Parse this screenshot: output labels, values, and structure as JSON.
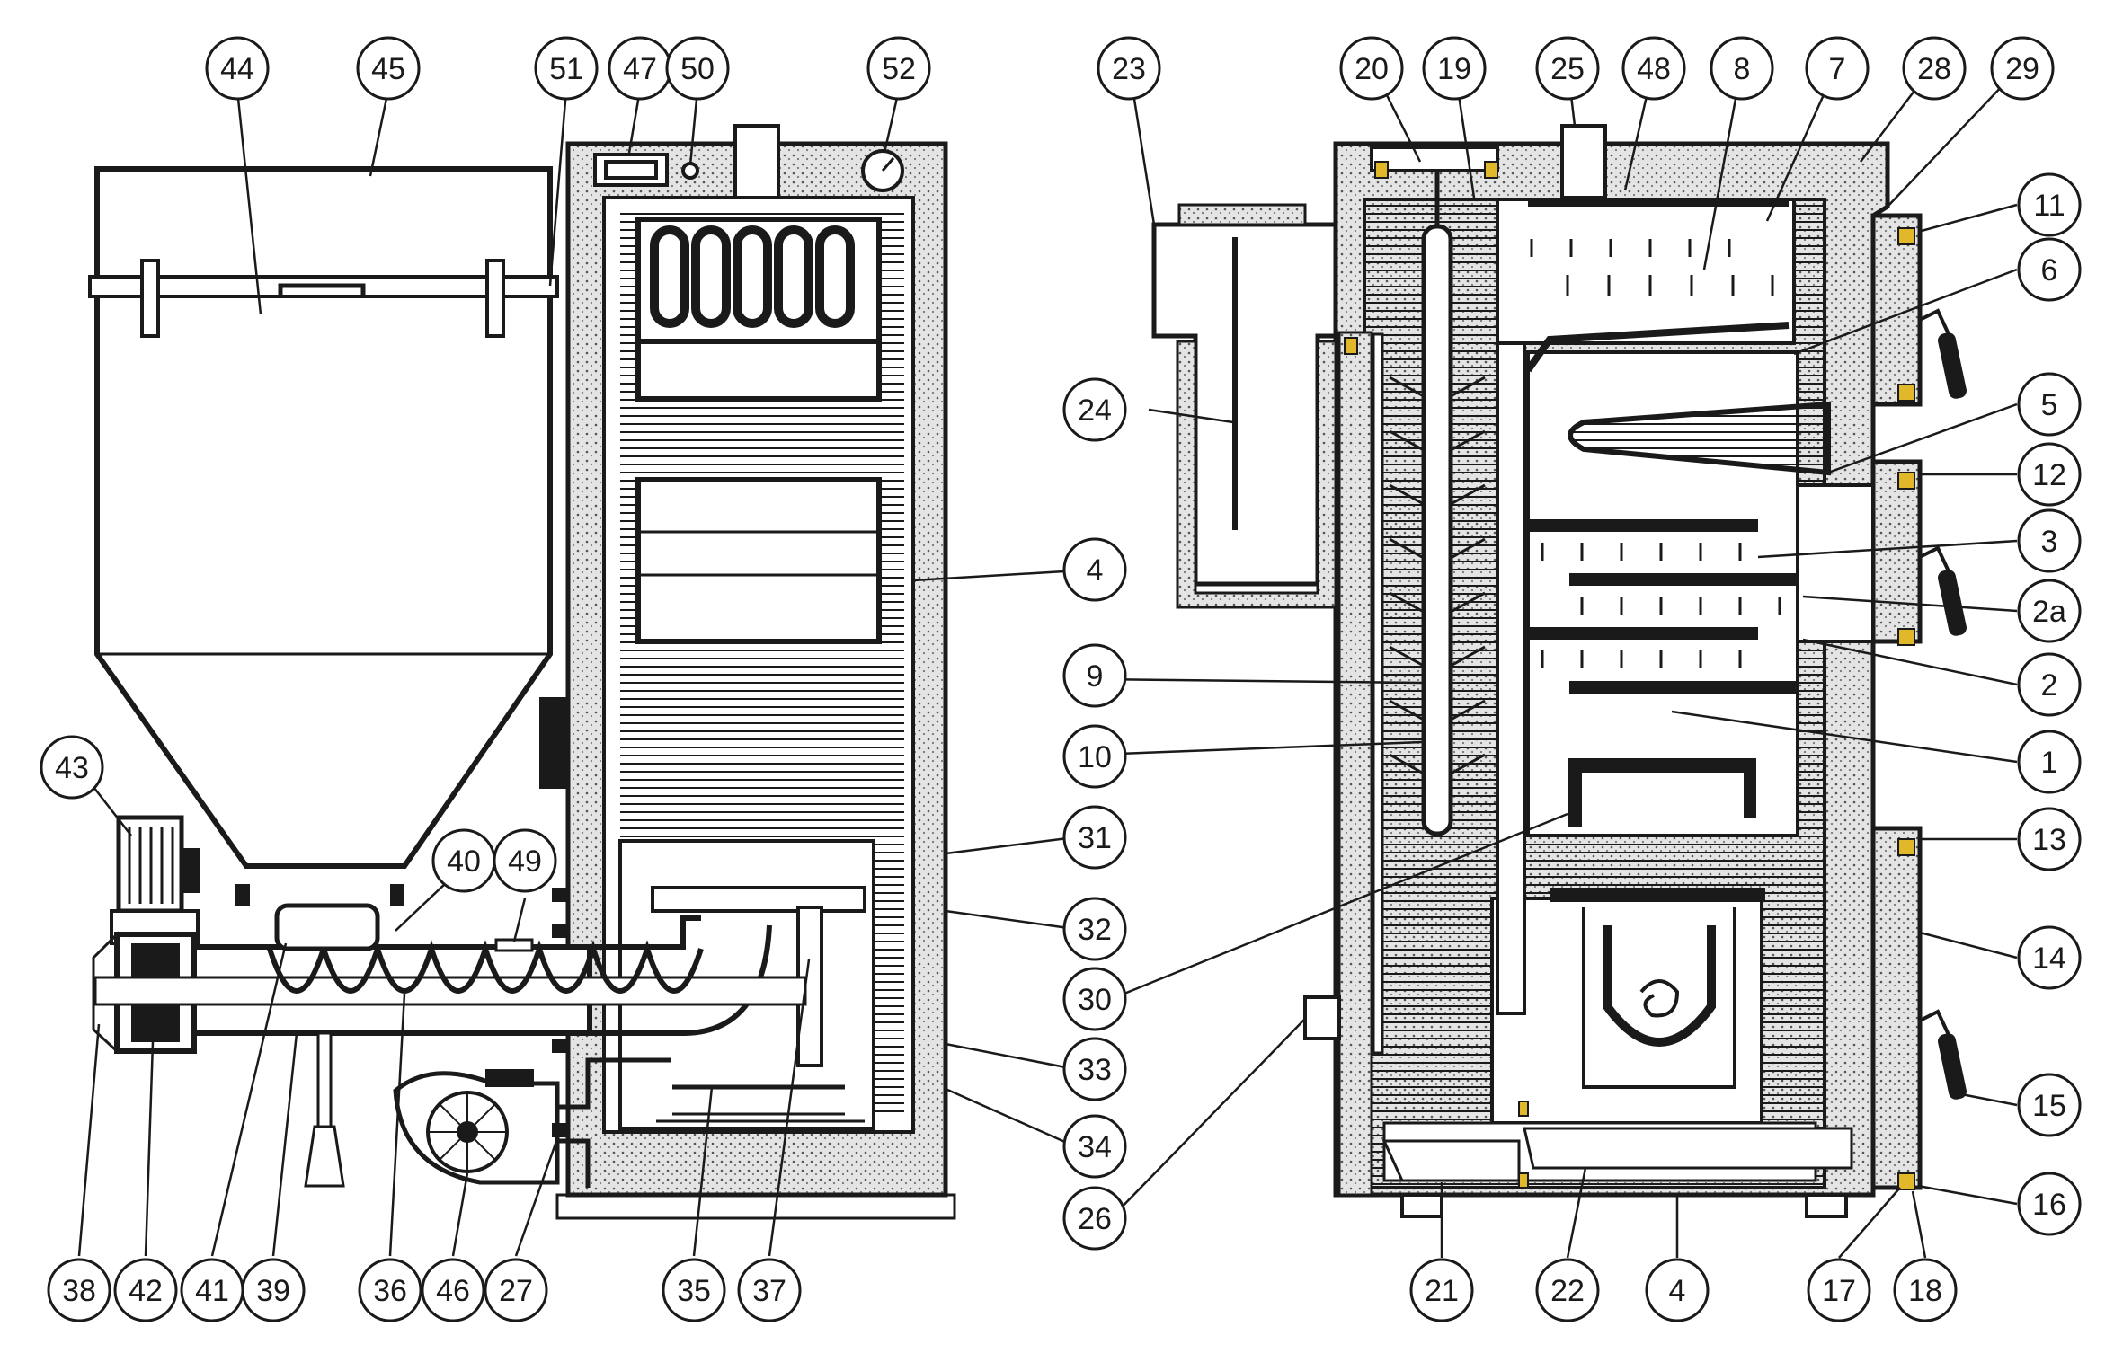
{
  "callouts": [
    {
      "id": "44",
      "label": "44"
    },
    {
      "id": "45",
      "label": "45"
    },
    {
      "id": "51",
      "label": "51"
    },
    {
      "id": "47",
      "label": "47"
    },
    {
      "id": "50",
      "label": "50"
    },
    {
      "id": "52",
      "label": "52"
    },
    {
      "id": "43",
      "label": "43"
    },
    {
      "id": "40",
      "label": "40"
    },
    {
      "id": "49",
      "label": "49"
    },
    {
      "id": "4a",
      "label": "4"
    },
    {
      "id": "9",
      "label": "9"
    },
    {
      "id": "10",
      "label": "10"
    },
    {
      "id": "31",
      "label": "31"
    },
    {
      "id": "32",
      "label": "32"
    },
    {
      "id": "30",
      "label": "30"
    },
    {
      "id": "33",
      "label": "33"
    },
    {
      "id": "34",
      "label": "34"
    },
    {
      "id": "26",
      "label": "26"
    },
    {
      "id": "38",
      "label": "38"
    },
    {
      "id": "42",
      "label": "42"
    },
    {
      "id": "41",
      "label": "41"
    },
    {
      "id": "39",
      "label": "39"
    },
    {
      "id": "36",
      "label": "36"
    },
    {
      "id": "46",
      "label": "46"
    },
    {
      "id": "27",
      "label": "27"
    },
    {
      "id": "35",
      "label": "35"
    },
    {
      "id": "37",
      "label": "37"
    },
    {
      "id": "23",
      "label": "23"
    },
    {
      "id": "24",
      "label": "24"
    },
    {
      "id": "20",
      "label": "20"
    },
    {
      "id": "19",
      "label": "19"
    },
    {
      "id": "25",
      "label": "25"
    },
    {
      "id": "48",
      "label": "48"
    },
    {
      "id": "8",
      "label": "8"
    },
    {
      "id": "7",
      "label": "7"
    },
    {
      "id": "28",
      "label": "28"
    },
    {
      "id": "29",
      "label": "29"
    },
    {
      "id": "11",
      "label": "11"
    },
    {
      "id": "6",
      "label": "6"
    },
    {
      "id": "5",
      "label": "5"
    },
    {
      "id": "12",
      "label": "12"
    },
    {
      "id": "3",
      "label": "3"
    },
    {
      "id": "2a",
      "label": "2a"
    },
    {
      "id": "2",
      "label": "2"
    },
    {
      "id": "1",
      "label": "1"
    },
    {
      "id": "13",
      "label": "13"
    },
    {
      "id": "14",
      "label": "14"
    },
    {
      "id": "15",
      "label": "15"
    },
    {
      "id": "16",
      "label": "16"
    },
    {
      "id": "21",
      "label": "21"
    },
    {
      "id": "22",
      "label": "22"
    },
    {
      "id": "4b",
      "label": "4"
    },
    {
      "id": "17",
      "label": "17"
    },
    {
      "id": "18",
      "label": "18"
    }
  ],
  "colors": {
    "ink": "#1a1a1a",
    "insulation": "#d9d9d9",
    "gasket": "#e0b82a",
    "background": "#ffffff"
  }
}
